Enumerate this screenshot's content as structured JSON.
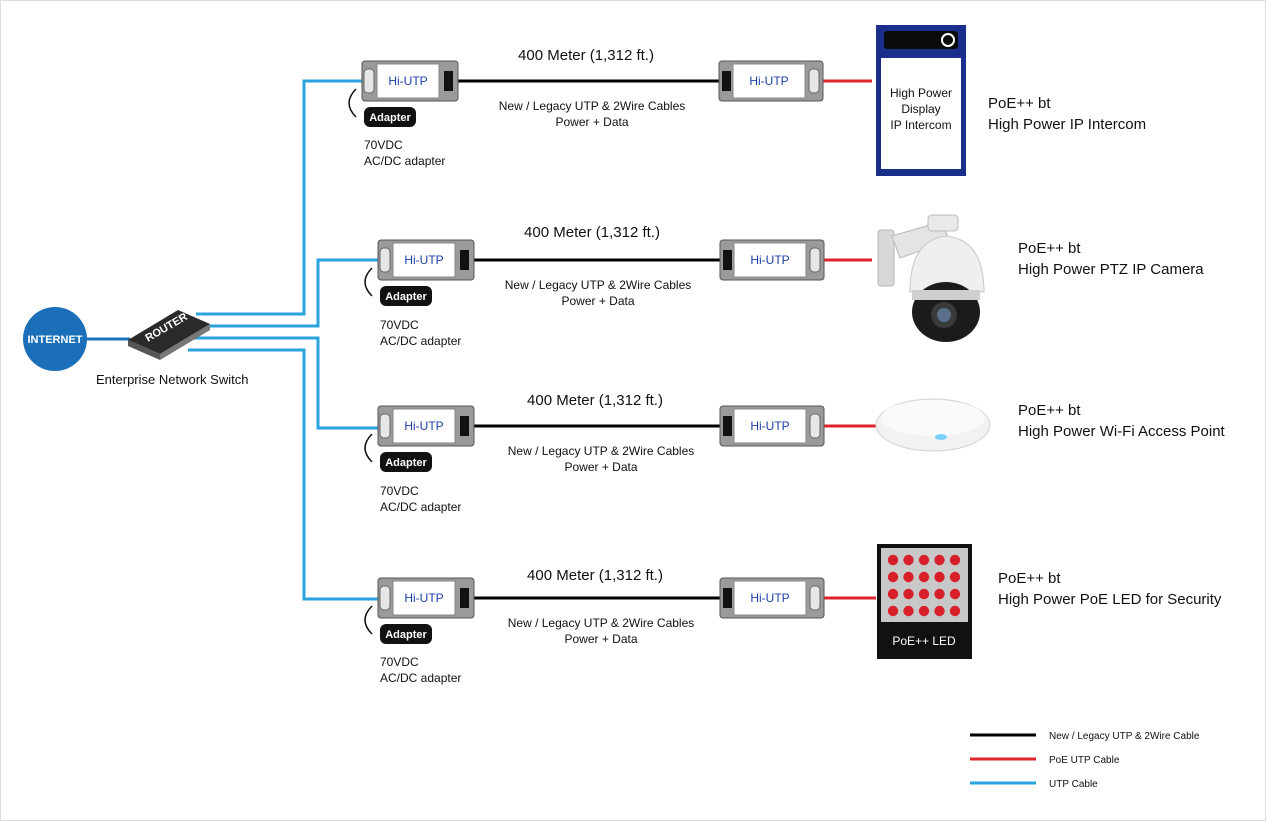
{
  "network": {
    "internet_label": "INTERNET",
    "router_label": "ROUTER",
    "switch_label": "Enterprise Network Switch"
  },
  "rows": [
    {
      "distance": "400 Meter (1,312 ft.)",
      "cable_line1": "New / Legacy UTP & 2Wire Cables",
      "cable_line2": "Power + Data",
      "extender_tx": "Hi-UTP",
      "extender_rx": "Hi-UTP",
      "adapter": "Adapter",
      "vdc_line1": "70VDC",
      "vdc_line2": "AC/DC adapter",
      "device_line1": "PoE++ bt",
      "device_line2": "High Power IP Intercom",
      "device_icon": "intercom-icon",
      "intercom_text": [
        "High Power",
        "Display",
        "IP Intercom"
      ]
    },
    {
      "distance": "400 Meter (1,312 ft.)",
      "cable_line1": "New / Legacy UTP & 2Wire Cables",
      "cable_line2": "Power + Data",
      "extender_tx": "Hi-UTP",
      "extender_rx": "Hi-UTP",
      "adapter": "Adapter",
      "vdc_line1": "70VDC",
      "vdc_line2": "AC/DC adapter",
      "device_line1": "PoE++ bt",
      "device_line2": "High Power PTZ IP Camera",
      "device_icon": "ptz-camera-icon"
    },
    {
      "distance": "400 Meter (1,312 ft.)",
      "cable_line1": "New / Legacy UTP & 2Wire Cables",
      "cable_line2": "Power + Data",
      "extender_tx": "Hi-UTP",
      "extender_rx": "Hi-UTP",
      "adapter": "Adapter",
      "vdc_line1": "70VDC",
      "vdc_line2": "AC/DC adapter",
      "device_line1": "PoE++ bt",
      "device_line2": "High Power Wi-Fi Access Point",
      "device_icon": "wifi-access-point-icon"
    },
    {
      "distance": "400 Meter (1,312 ft.)",
      "cable_line1": "New / Legacy UTP & 2Wire Cables",
      "cable_line2": "Power + Data",
      "extender_tx": "Hi-UTP",
      "extender_rx": "Hi-UTP",
      "adapter": "Adapter",
      "vdc_line1": "70VDC",
      "vdc_line2": "AC/DC adapter",
      "device_line1": "PoE++ bt",
      "device_line2": "High Power PoE LED for Security",
      "device_icon": "poe-led-panel-icon",
      "led_label": "PoE++ LED"
    }
  ],
  "legend": [
    {
      "label": "New / Legacy UTP & 2Wire Cable",
      "color": "#000000"
    },
    {
      "label": "PoE UTP Cable",
      "color": "#e0262b"
    },
    {
      "label": "UTP Cable",
      "color": "#2aa3df"
    }
  ],
  "colors": {
    "utp": "#2aa3df",
    "poe": "#e0262b",
    "legacy": "#000000",
    "internet": "#1b6fb8",
    "intercom_frame": "#1a2f8c"
  }
}
